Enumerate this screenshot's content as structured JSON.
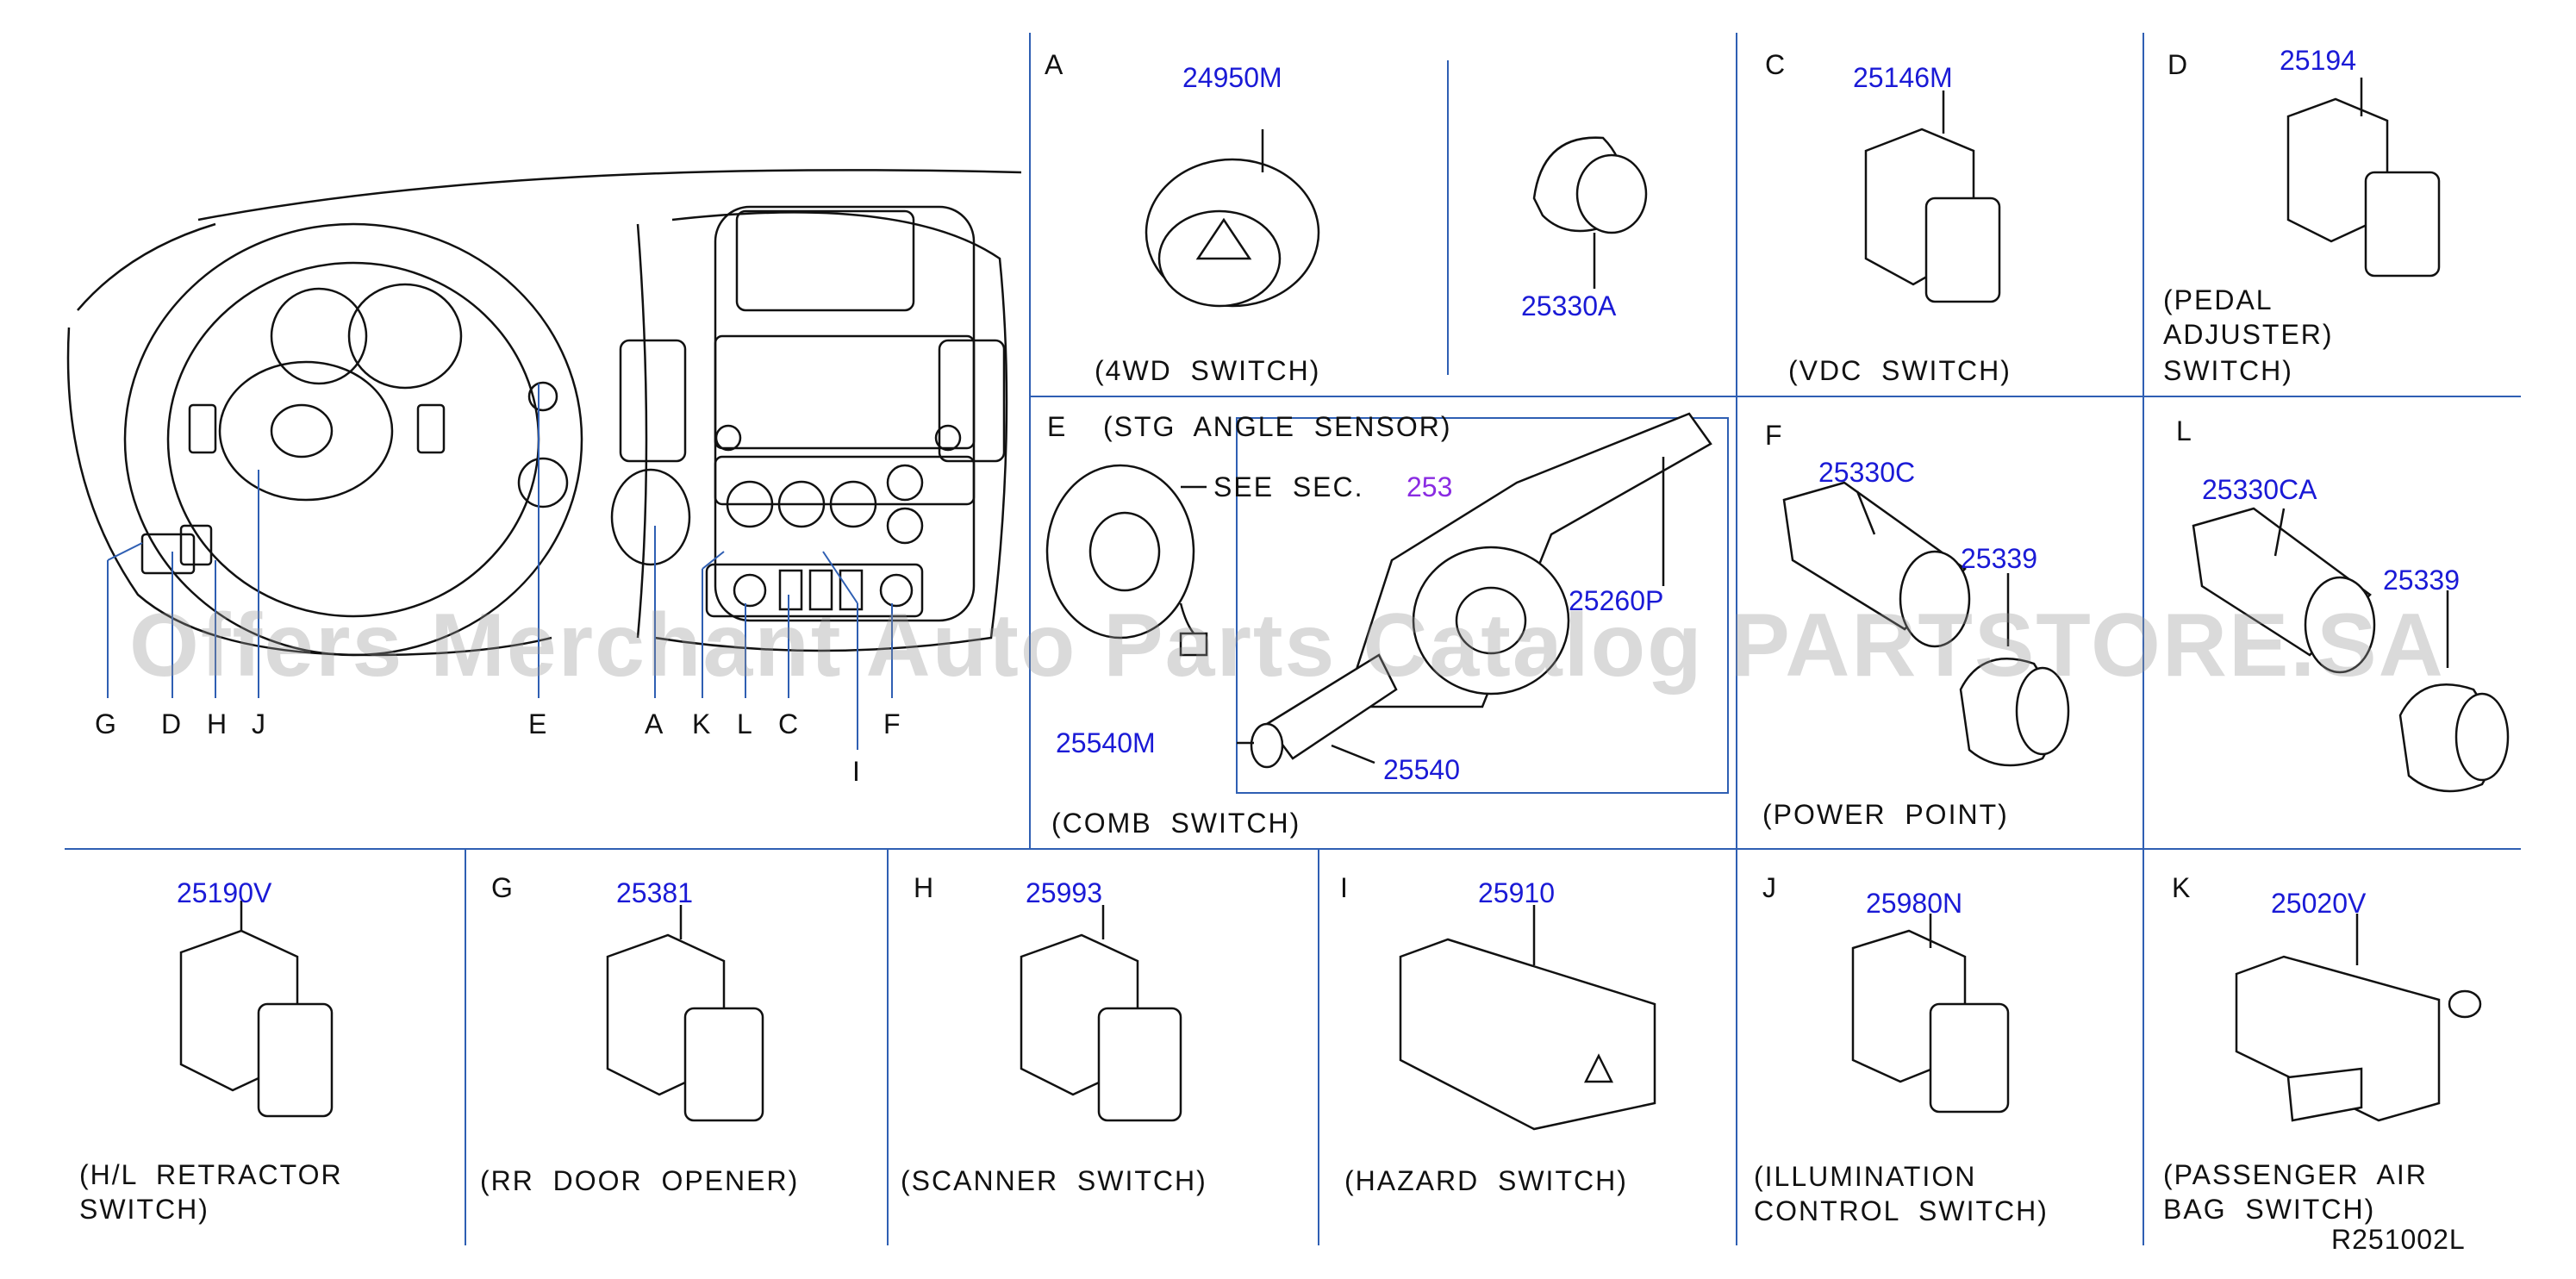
{
  "overview": {
    "callouts": [
      "G",
      "D",
      "H",
      "J",
      "E",
      "A",
      "K",
      "L",
      "C",
      "F",
      "I"
    ]
  },
  "panels": {
    "A": {
      "letter": "A",
      "parts": [
        "24950M",
        "25330A"
      ],
      "caption": "(4WD  SWITCH)"
    },
    "C": {
      "letter": "C",
      "parts": [
        "25146M"
      ],
      "caption": "(VDC  SWITCH)"
    },
    "D": {
      "letter": "D",
      "parts": [
        "25194"
      ],
      "caption_lines": [
        "(PEDAL",
        "ADJUSTER)",
        "SWITCH)"
      ]
    },
    "E": {
      "letter": "E",
      "title": "(STG  ANGLE  SENSOR)",
      "see": "SEE  SEC.",
      "sec": "253",
      "parts": [
        "25260P",
        "25540M",
        "25540"
      ],
      "caption": "(COMB  SWITCH)"
    },
    "F": {
      "letter": "F",
      "parts": [
        "25330C",
        "25339"
      ],
      "caption": "(POWER  POINT)"
    },
    "L": {
      "letter": "L",
      "parts": [
        "25330CA",
        "25339"
      ]
    },
    "B1": {
      "parts": [
        "25190V"
      ],
      "caption_lines": [
        "(H/L  RETRACTOR",
        "SWITCH)"
      ]
    },
    "G": {
      "letter": "G",
      "parts": [
        "25381"
      ],
      "caption": "(RR  DOOR  OPENER)"
    },
    "H": {
      "letter": "H",
      "parts": [
        "25993"
      ],
      "caption": "(SCANNER  SWITCH)"
    },
    "I": {
      "letter": "I",
      "parts": [
        "25910"
      ],
      "caption": "(HAZARD  SWITCH)"
    },
    "J": {
      "letter": "J",
      "parts": [
        "25980N"
      ],
      "caption_lines": [
        "(ILLUMINATION",
        "CONTROL  SWITCH)"
      ]
    },
    "K": {
      "letter": "K",
      "parts": [
        "25020V"
      ],
      "caption_lines": [
        "(PASSENGER  AIR",
        "BAG  SWITCH)"
      ]
    }
  },
  "diagram_code": "R251002L",
  "watermark": "Offers Merchant Auto Parts Catalog PARTSTORE.SA",
  "colors": {
    "part_number": "#1a1ad6",
    "section_ref": "#8a2be2",
    "line": "#2f5fb3",
    "ink": "#111111"
  }
}
